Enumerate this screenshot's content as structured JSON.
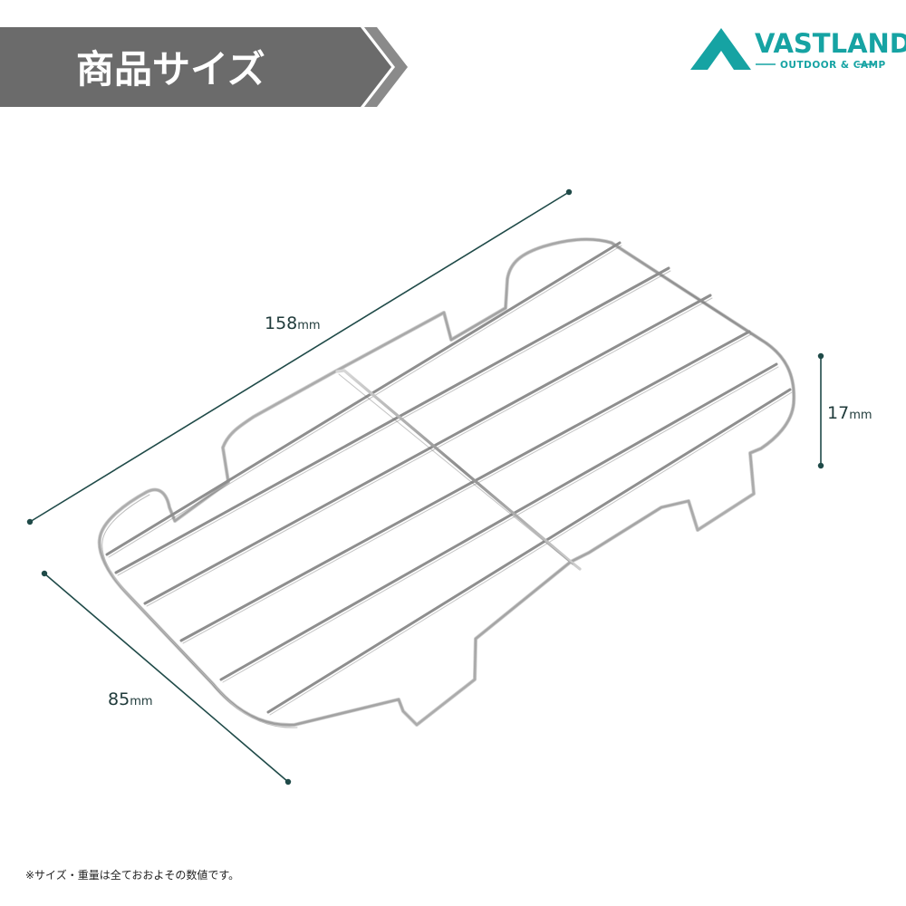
{
  "banner": {
    "title": "商品サイズ"
  },
  "logo": {
    "brand": "VASTLAND",
    "tagline": "OUTDOOR & CAMP"
  },
  "dimensions": {
    "length": {
      "value": "158",
      "unit": "mm"
    },
    "width": {
      "value": "85",
      "unit": "mm"
    },
    "height": {
      "value": "17",
      "unit": "mm"
    }
  },
  "footnote": "※サイズ・重量は全ておおよその数値です。",
  "colors": {
    "banner": "#6b6b6b",
    "brand_teal": "#16a3a3",
    "dimension_line": "#1f4a48",
    "wire": "#9a9a9a"
  }
}
